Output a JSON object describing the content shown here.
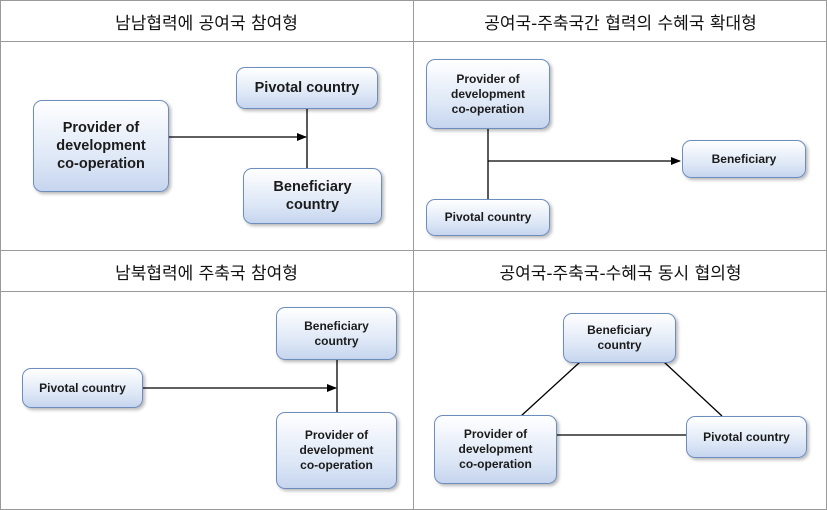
{
  "panels": [
    {
      "title": "남남협력에 공여국 참여형",
      "boxes": {
        "provider": "Provider of\ndevelopment\nco-operation",
        "pivotal": "Pivotal country",
        "beneficiary": "Beneficiary\ncountry"
      }
    },
    {
      "title": "공여국-주축국간 협력의 수혜국 확대형",
      "boxes": {
        "provider": "Provider of\ndevelopment\nco-operation",
        "beneficiary": "Beneficiary",
        "pivotal": "Pivotal country"
      }
    },
    {
      "title": "남북협력에 주축국 참여형",
      "boxes": {
        "beneficiary": "Beneficiary\ncountry",
        "pivotal": "Pivotal country",
        "provider": "Provider of\ndevelopment\nco-operation"
      }
    },
    {
      "title": "공여국-주축국-수혜국 동시 협의형",
      "boxes": {
        "beneficiary": "Beneficiary\ncountry",
        "provider": "Provider of\ndevelopment\nco-operation",
        "pivotal": "Pivotal country"
      }
    }
  ]
}
